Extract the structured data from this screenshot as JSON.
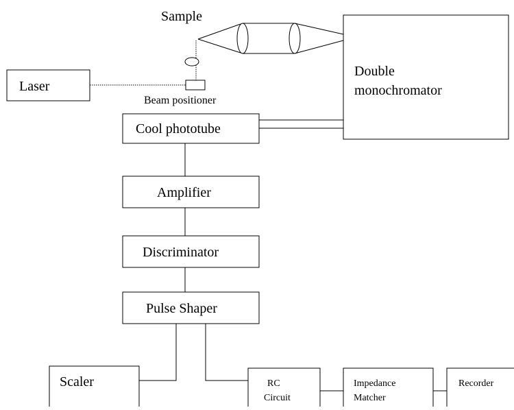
{
  "diagram": {
    "labels": {
      "sample": "Sample",
      "laser": "Laser",
      "beam_positioner": "Beam positioner",
      "double_monochromator_line1": "Double",
      "double_monochromator_line2": "monochromator",
      "cool_phototube": "Cool phototube",
      "amplifier": "Amplifier",
      "discriminator": "Discriminator",
      "pulse_shaper": "Pulse Shaper",
      "scaler": "Scaler",
      "rc_circuit_line1": "RC",
      "rc_circuit_line2": "Circuit",
      "impedance_matcher_line1": "Impedance",
      "impedance_matcher_line2": "Matcher",
      "recorder": "Recorder"
    }
  }
}
